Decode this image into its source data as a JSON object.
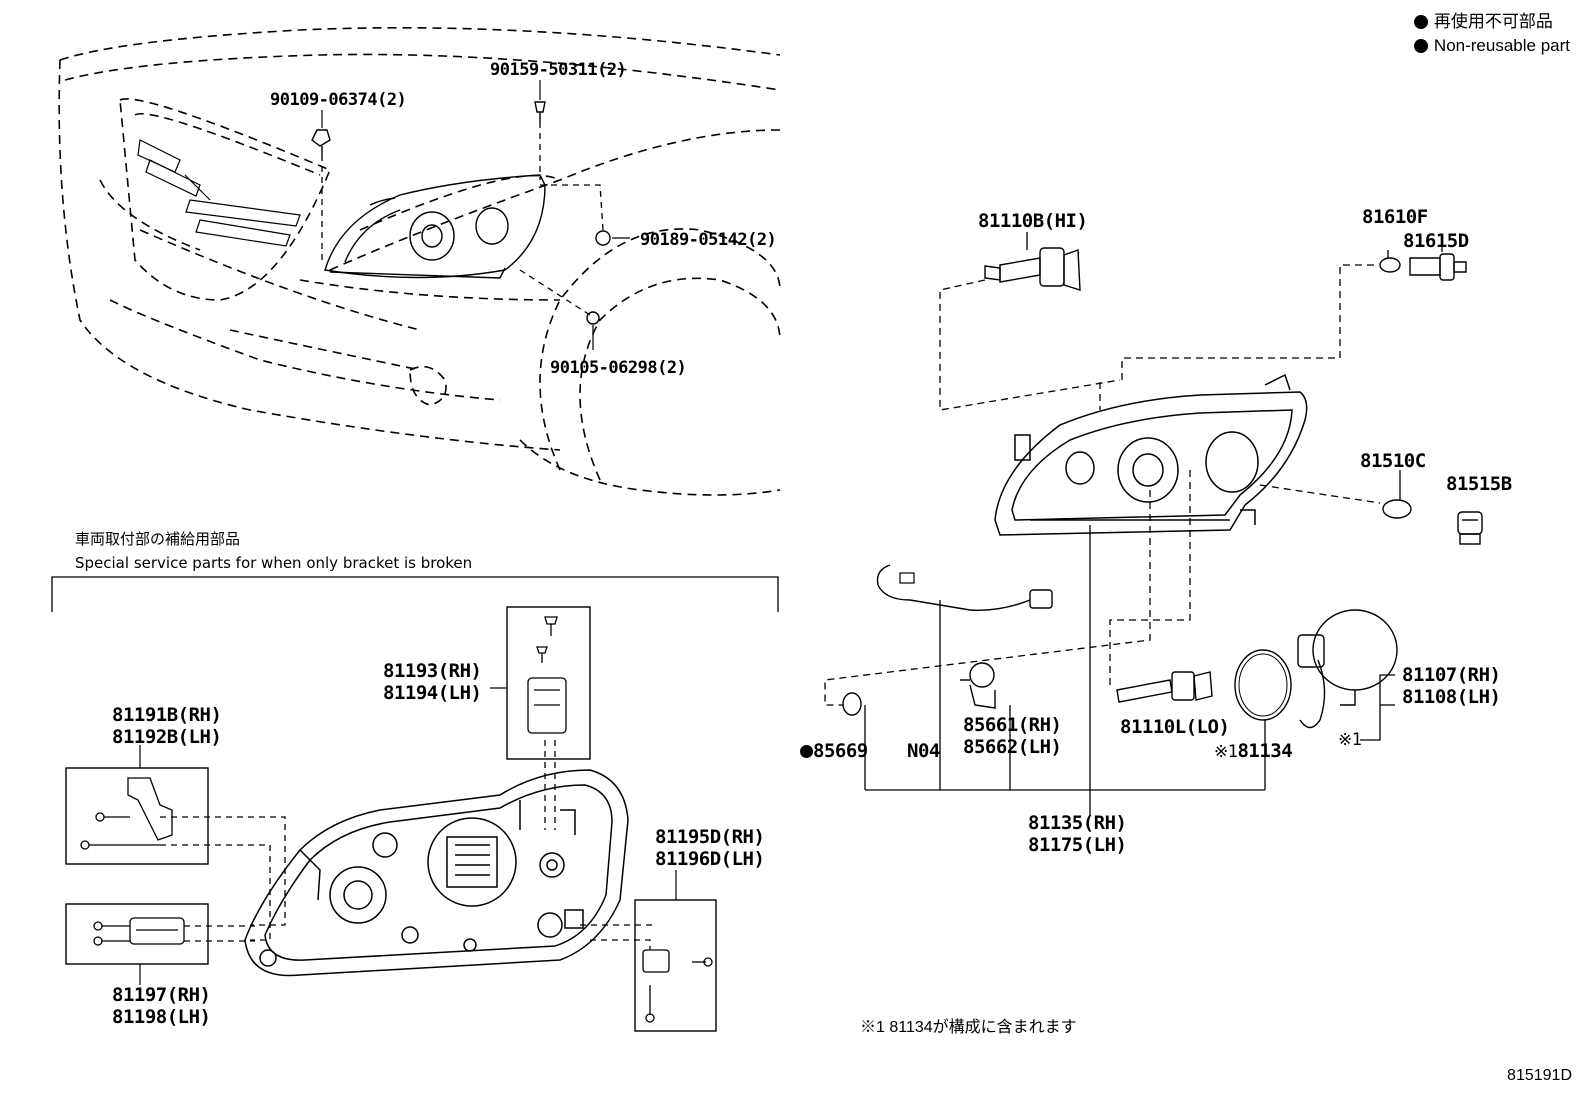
{
  "legend": {
    "jp": "再使用不可部品",
    "en": "Non-reusable part"
  },
  "top_left_parts": {
    "p1": "90109-06374(2)",
    "p2": "90159-50311(2)",
    "p3": "90189-05142(2)",
    "p4": "90105-06298(2)"
  },
  "special_section": {
    "title_jp": "車両取付部の補給用部品",
    "title_en": "Special service parts for when only bracket is broken",
    "p1_rh": "81193(RH)",
    "p1_lh": "81194(LH)",
    "p2_rh": "81191B(RH)",
    "p2_lh": "81192B(LH)",
    "p3_rh": "81195D(RH)",
    "p3_lh": "81196D(LH)",
    "p4_rh": "81197(RH)",
    "p4_lh": "81198(LH)"
  },
  "right_parts": {
    "hi_bulb": "81110B(HI)",
    "p81610": "81610F",
    "p81615": "81615D",
    "p81510": "81510C",
    "p81515": "81515B",
    "p81107": "81107(RH)",
    "p81108": "81108(LH)",
    "note_ref": "※1",
    "p85669": "85669",
    "n04": "N04",
    "p85661": "85661(RH)",
    "p85662": "85662(LH)",
    "lo_bulb": "81110L(LO)",
    "p81134": "81134",
    "p81134_ref": "※1",
    "p81135": "81135(RH)",
    "p81175": "81175(LH)"
  },
  "footnote": "※1 81134が構成に含まれます",
  "figure_code": "815191D"
}
